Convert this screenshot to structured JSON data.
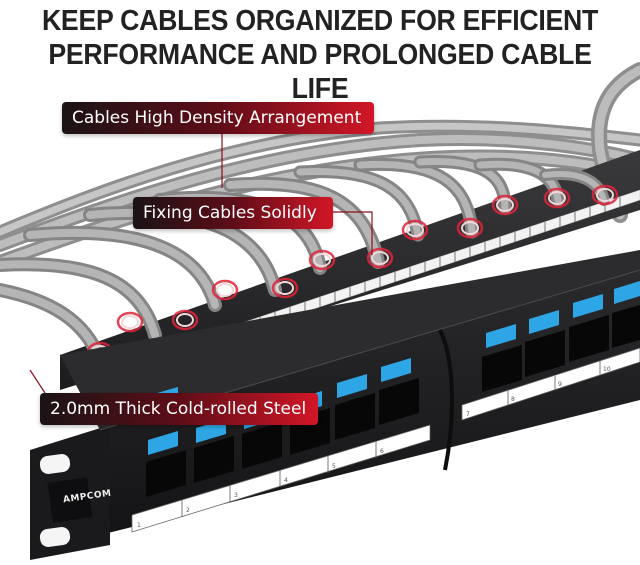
{
  "headline": {
    "line1": "KEEP CABLES ORGANIZED FOR EFFICIENT",
    "line2": "PERFORMANCE AND PROLONGED CABLE LIFE"
  },
  "callouts": [
    {
      "label": "Cables High Density Arrangement"
    },
    {
      "label": "Fixing Cables Solidly"
    },
    {
      "label": "2.0mm Thick Cold-rolled Steel"
    }
  ],
  "product": {
    "brand": "AMPCOM",
    "port_labels": [
      "1",
      "2",
      "3",
      "4",
      "5",
      "6",
      "7",
      "8",
      "9",
      "10"
    ]
  },
  "colors": {
    "callout_start": "#1a1315",
    "callout_end": "#d21626",
    "cable_gray": "#9c9c9c",
    "panel_black": "#1e1e20",
    "port_blue": "#2ea6e6",
    "highlight_red": "#e0243a"
  }
}
